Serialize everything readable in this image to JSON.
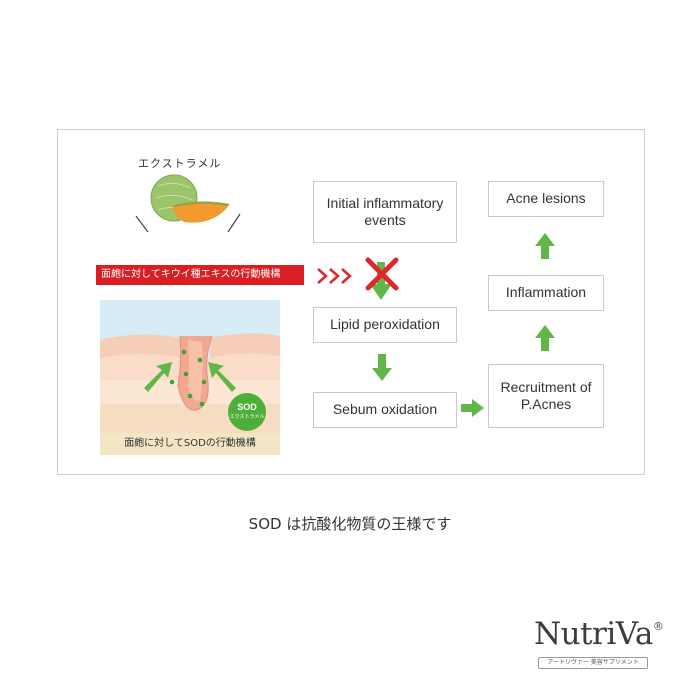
{
  "diagram": {
    "melon_label": "エクストラメル",
    "red_band_text": "面皰に対してキウイ種エキスの行動機構",
    "skin_caption": "面皰に対してSODの行動機構",
    "sod_badge": {
      "title": "SOD",
      "subtitle": "エクストラメル"
    },
    "boxes": {
      "initial": "Initial inflammatory events",
      "lipid": "Lipid peroxidation",
      "sebum": "Sebum oxidation",
      "recruitment": "Recruitment of P.Acnes",
      "inflammation": "Inflammation",
      "acne": "Acne lesions"
    },
    "colors": {
      "arrow_green": "#62b648",
      "red": "#d91e24",
      "block_x": "#e0262c"
    }
  },
  "caption": "SOD は抗酸化物質の王様です",
  "brand": {
    "name": "NutriVa",
    "registered": "®",
    "tagline": "アートリヴァー 美容サプリメント"
  }
}
